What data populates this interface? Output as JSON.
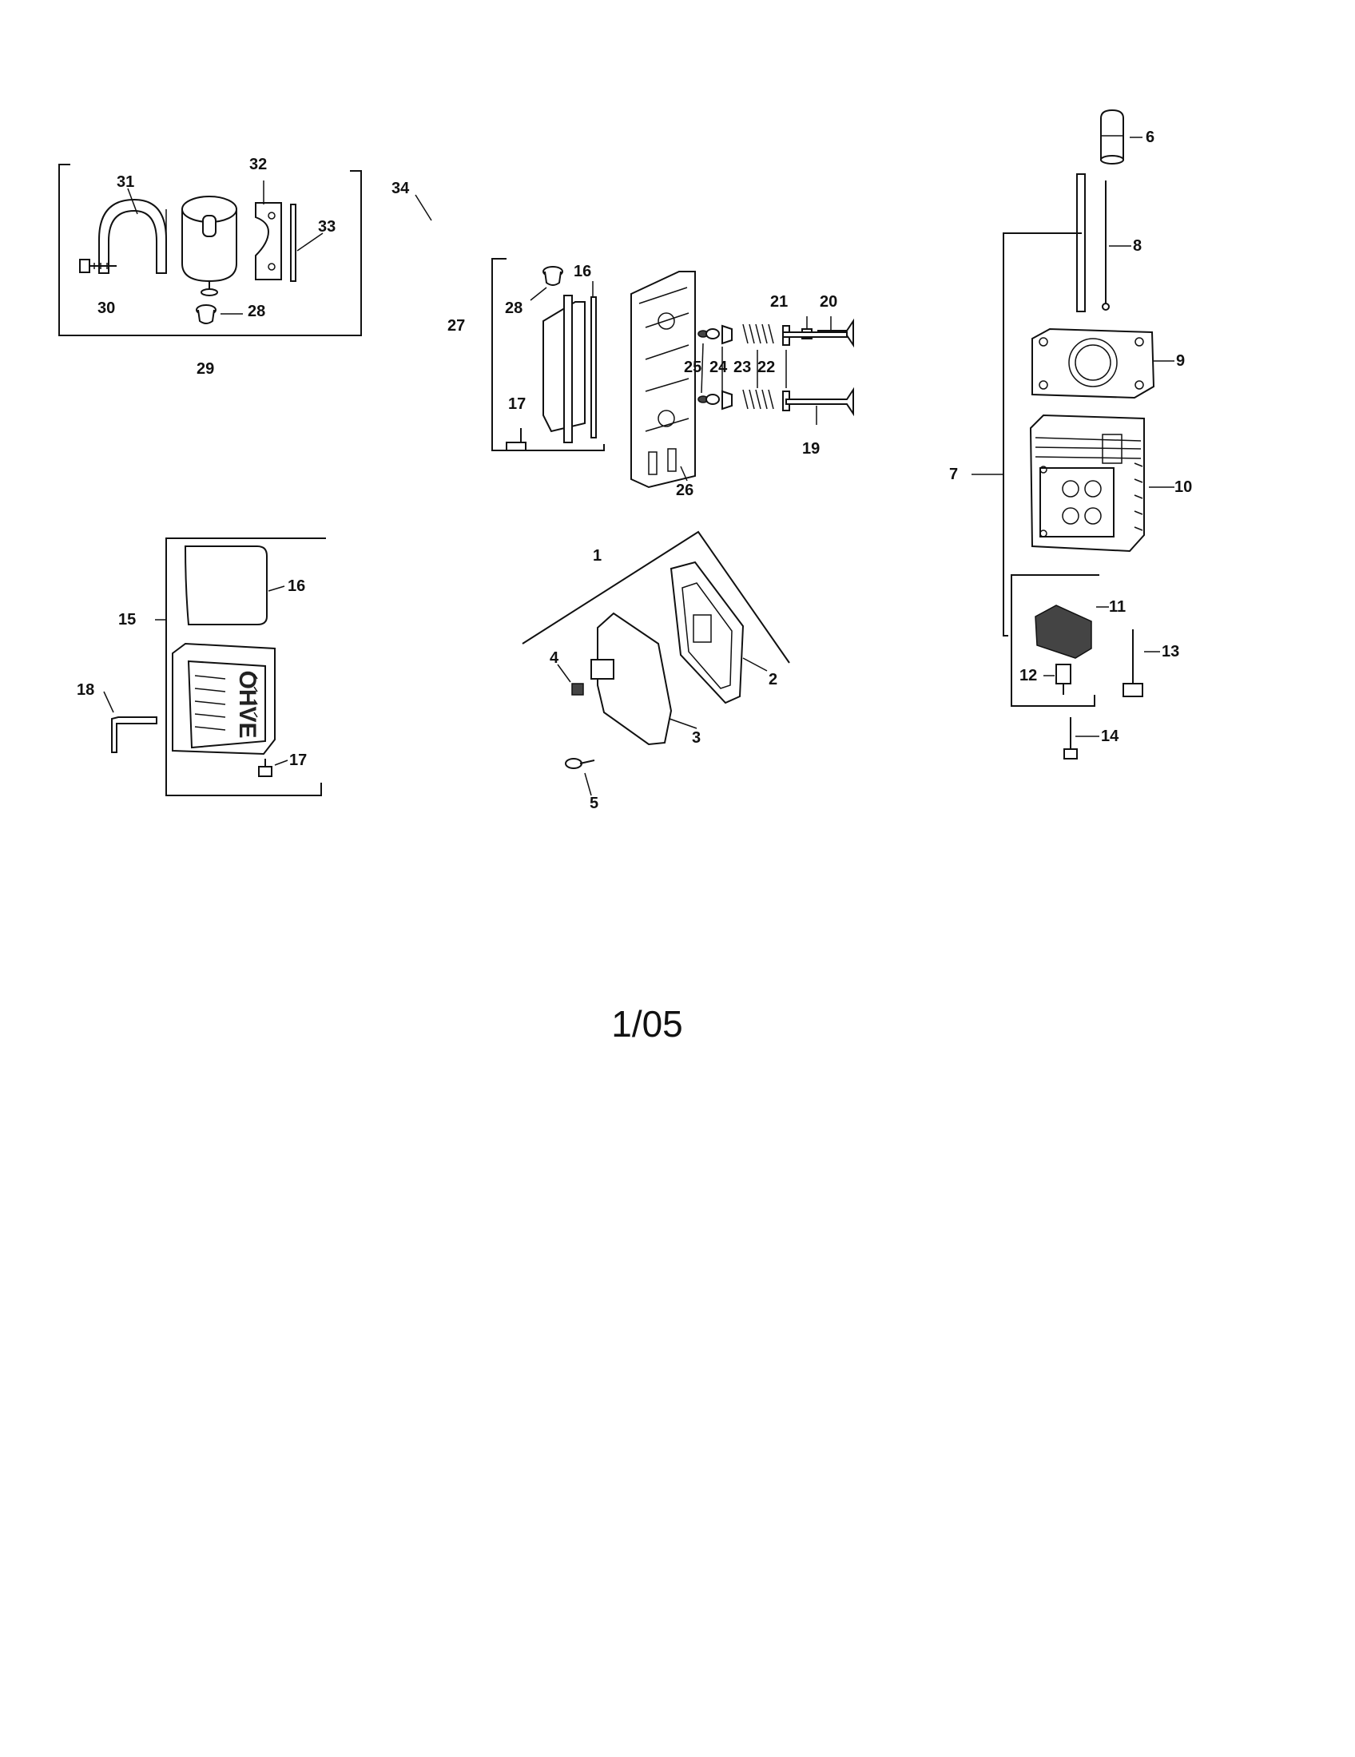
{
  "diagram": {
    "callouts": [
      {
        "id": "c1",
        "label": "1"
      },
      {
        "id": "c2",
        "label": "2"
      },
      {
        "id": "c3",
        "label": "3"
      },
      {
        "id": "c4",
        "label": "4"
      },
      {
        "id": "c5",
        "label": "5"
      },
      {
        "id": "c6",
        "label": "6"
      },
      {
        "id": "c7",
        "label": "7"
      },
      {
        "id": "c8",
        "label": "8"
      },
      {
        "id": "c9",
        "label": "9"
      },
      {
        "id": "c10",
        "label": "10"
      },
      {
        "id": "c11",
        "label": "11"
      },
      {
        "id": "c12",
        "label": "12"
      },
      {
        "id": "c13",
        "label": "13"
      },
      {
        "id": "c14",
        "label": "14"
      },
      {
        "id": "c15",
        "label": "15"
      },
      {
        "id": "c16a",
        "label": "16"
      },
      {
        "id": "c16b",
        "label": "16"
      },
      {
        "id": "c17a",
        "label": "17"
      },
      {
        "id": "c17b",
        "label": "17"
      },
      {
        "id": "c18",
        "label": "18"
      },
      {
        "id": "c19",
        "label": "19"
      },
      {
        "id": "c20",
        "label": "20"
      },
      {
        "id": "c21",
        "label": "21"
      },
      {
        "id": "c22",
        "label": "22"
      },
      {
        "id": "c23",
        "label": "23"
      },
      {
        "id": "c24",
        "label": "24"
      },
      {
        "id": "c25",
        "label": "25"
      },
      {
        "id": "c26",
        "label": "26"
      },
      {
        "id": "c27",
        "label": "27"
      },
      {
        "id": "c28a",
        "label": "28"
      },
      {
        "id": "c28b",
        "label": "28"
      },
      {
        "id": "c29",
        "label": "29"
      },
      {
        "id": "c30",
        "label": "30"
      },
      {
        "id": "c31",
        "label": "31"
      },
      {
        "id": "c32",
        "label": "32"
      },
      {
        "id": "c33",
        "label": "33"
      },
      {
        "id": "c34",
        "label": "34"
      }
    ],
    "valve_cover_logo": "OHVE",
    "page_code": "1/05"
  }
}
